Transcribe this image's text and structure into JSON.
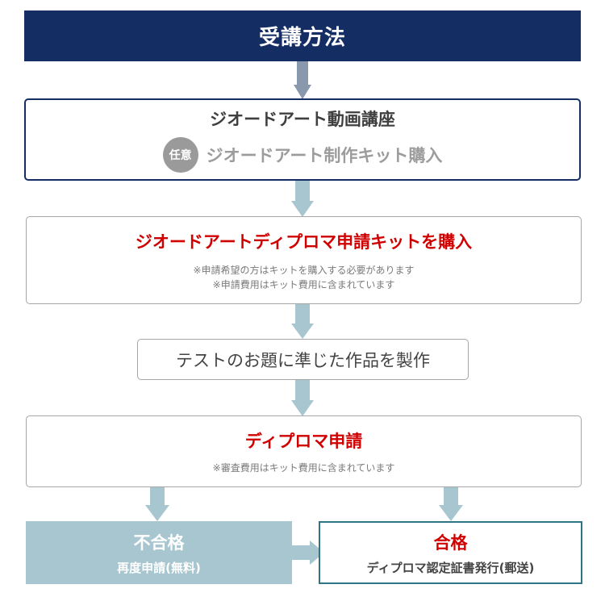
{
  "header": {
    "title": "受講方法"
  },
  "step1": {
    "title": "ジオードアート動画講座",
    "optional_badge": "任意",
    "optional_title": "ジオードアート制作キット購入"
  },
  "step2": {
    "title": "ジオードアートディプロマ申請キットを購入",
    "note_1": "※申請希望の方はキットを購入する必要があります",
    "note_2": "※申請費用はキット費用に含まれています"
  },
  "step3": {
    "title": "テストのお題に準じた作品を製作"
  },
  "step4": {
    "title": "ディプロマ申請",
    "note": "※審査費用はキット費用に含まれています"
  },
  "result_fail": {
    "title": "不合格",
    "sub": "再度申請(無料)"
  },
  "result_pass": {
    "title": "合格",
    "sub": "ディプロマ認定証書発行(郵送)"
  },
  "colors": {
    "navy": "#142e64",
    "red": "#d10000",
    "arrow_gray": "#8a98ae",
    "arrow_teal": "#a7c6cf",
    "pass_border": "#2f7585"
  }
}
